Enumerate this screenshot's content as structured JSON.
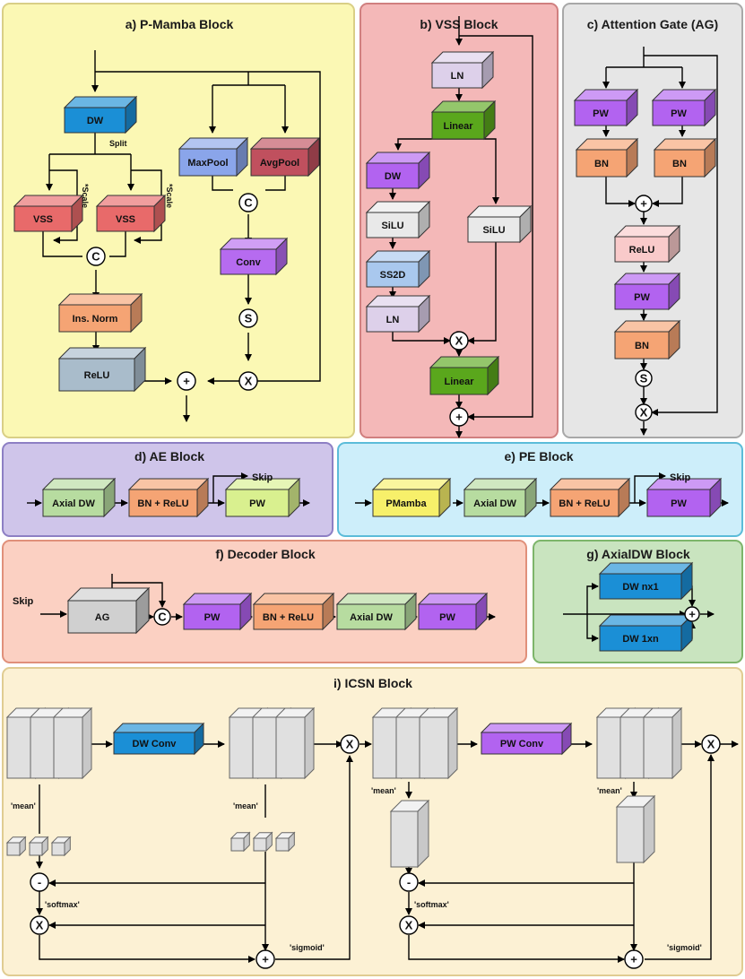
{
  "colors": {
    "panel_a_fill": "#fbf8b4",
    "panel_b_fill": "#f4b8b8",
    "panel_c_fill": "#e6e6e6",
    "panel_d_fill": "#cfc5ea",
    "panel_e_fill": "#cdeefa",
    "panel_f_fill": "#fbd0c2",
    "panel_g_fill": "#c9e4bf",
    "panel_i_fill": "#fcf1d4",
    "dw_blue": "#1b8fd6",
    "pw_purple": "#b263f0",
    "bn_orange": "#f5a474",
    "vss_red": "#e86a6a",
    "linear_green": "#5aa71c",
    "axial_green": "#b7dca0",
    "pmamba_yellow": "#f7f06a",
    "relu_slate": "#a9bccb",
    "ln_lilac": "#ddd0ea",
    "silu_gray": "#e9e9e9",
    "ss2d_blue": "#a9c8ee",
    "maxpool_blue": "#8aa5ea",
    "avgpool_red": "#c0505e",
    "conv_violet": "#b66bf0",
    "ag_gray": "#d0d0d0"
  },
  "panels": {
    "a": {
      "title": "a) P-Mamba Block"
    },
    "b": {
      "title": "b) VSS Block"
    },
    "c": {
      "title": "c) Attention Gate (AG)"
    },
    "d": {
      "title": "d) AE Block"
    },
    "e": {
      "title": "e) PE Block"
    },
    "f": {
      "title": "f) Decoder Block"
    },
    "g": {
      "title": "g) AxialDW Block"
    },
    "i": {
      "title": "i) ICSN Block"
    }
  },
  "a": {
    "dw": "DW",
    "split": "Split",
    "vss1": "VSS",
    "vss2": "VSS",
    "scale1": "*Scale",
    "scale2": "*Scale",
    "concat1": "C",
    "insnorm": "Ins. Norm",
    "relu": "ReLU",
    "maxpool": "MaxPool",
    "avgpool": "AvgPool",
    "concat2": "C",
    "conv": "Conv",
    "sigmoid": "S",
    "mul": "X",
    "add": "+"
  },
  "b": {
    "ln1": "LN",
    "linear1": "Linear",
    "dw": "DW",
    "silu1": "SiLU",
    "silu2": "SiLU",
    "ss2d": "SS2D",
    "ln2": "LN",
    "mul": "X",
    "linear2": "Linear",
    "add": "+"
  },
  "c": {
    "pw1": "PW",
    "pw2": "PW",
    "bn1": "BN",
    "bn2": "BN",
    "add": "+",
    "relu": "ReLU",
    "pw3": "PW",
    "bn3": "BN",
    "sigmoid": "S",
    "mul": "X"
  },
  "d": {
    "axialdw": "Axial DW",
    "bnrelu": "BN + ReLU",
    "pw": "PW",
    "skip": "Skip"
  },
  "e": {
    "pmamba": "PMamba",
    "axialdw": "Axial DW",
    "bnrelu": "BN + ReLU",
    "pw": "PW",
    "skip": "Skip"
  },
  "f": {
    "skip": "Skip",
    "ag": "AG",
    "concat": "C",
    "pw1": "PW",
    "bnrelu": "BN + ReLU",
    "axialdw": "Axial DW",
    "pw2": "PW"
  },
  "g": {
    "dwnx1": "DW nx1",
    "dw1xn": "DW 1xn",
    "add": "+"
  },
  "i": {
    "dwconv": "DW Conv",
    "pwconv": "PW Conv",
    "mean1": "'mean'",
    "mean2": "'mean'",
    "mean3": "'mean'",
    "mean4": "'mean'",
    "softmax1": "'softmax'",
    "softmax2": "'softmax'",
    "sigmoid1": "'sigmoid'",
    "sigmoid2": "'sigmoid'",
    "minus1": "-",
    "minus2": "-",
    "mul1": "X",
    "mul2": "X",
    "mul3": "X",
    "mul4": "X",
    "add1": "+",
    "add2": "+"
  }
}
